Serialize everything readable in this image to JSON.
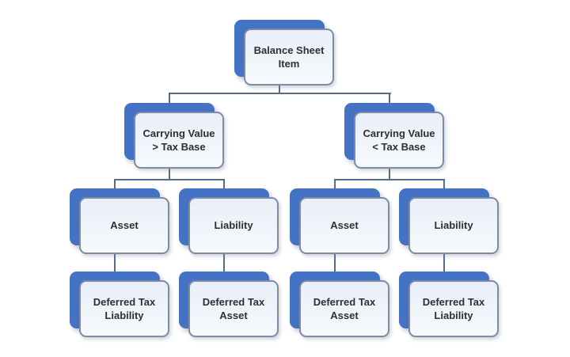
{
  "colors": {
    "background": "#ffffff",
    "node_fill": "#4472c4",
    "card_border": "#7c8ca3",
    "card_fill_top": "#e9eef8",
    "card_fill_bottom": "#f7f9fd",
    "connector": "#566b84",
    "text": "#2f2f2f"
  },
  "nodes": {
    "root": {
      "label": "Balance Sheet\nItem"
    },
    "left_branch": {
      "label": "Carrying Value\n> Tax Base"
    },
    "right_branch": {
      "label": "Carrying Value\n< Tax Base"
    },
    "left_asset": {
      "label": "Asset"
    },
    "left_liability": {
      "label": "Liability"
    },
    "right_asset": {
      "label": "Asset"
    },
    "right_liability": {
      "label": "Liability"
    },
    "left_asset_outcome": {
      "label": "Deferred Tax\nLiability"
    },
    "left_liability_outcome": {
      "label": "Deferred Tax\nAsset"
    },
    "right_asset_outcome": {
      "label": "Deferred Tax\nAsset"
    },
    "right_liability_outcome": {
      "label": "Deferred Tax\nLiability"
    }
  }
}
